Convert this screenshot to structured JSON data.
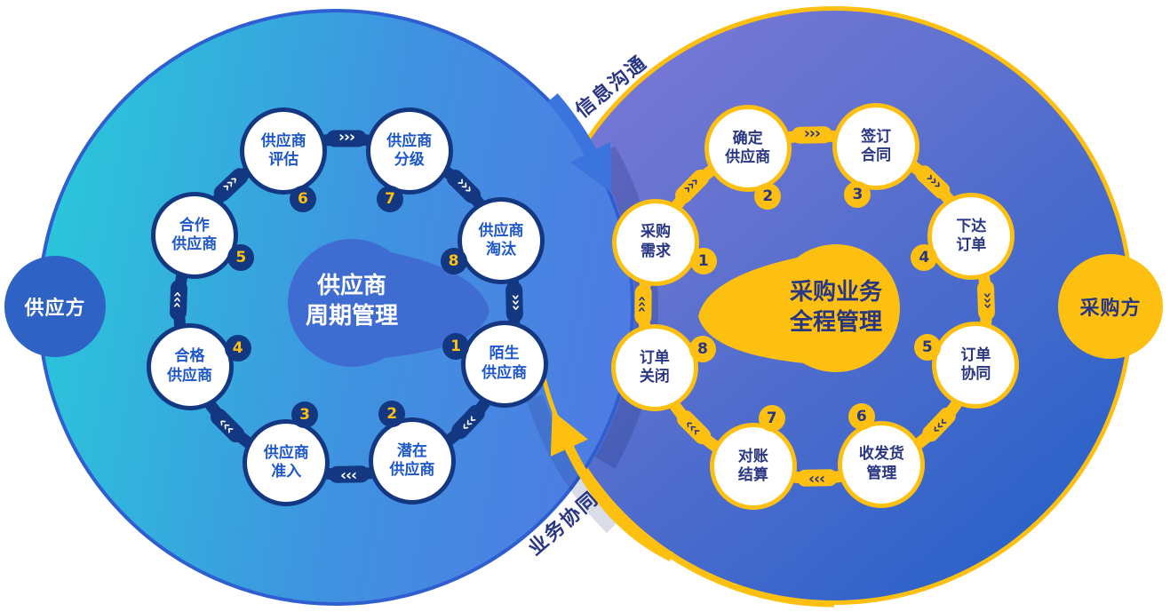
{
  "colors": {
    "navy": "#133781",
    "gold": "#fdc011",
    "indigo": "#293683",
    "node_blue": "#1d57c9",
    "side_blue": "#2e63c5",
    "blob_blue": "#3e6cd0",
    "arrow_blue": "#3b74dc",
    "left_circle_teal": "#2bc4db",
    "left_circle_blue": "#4e7ce3",
    "right_circle_purple": "#8079d8",
    "right_circle_blue": "#2e63c9"
  },
  "icons": {
    "chevron_glyph": "›››"
  },
  "links": {
    "top_label": "信息沟通",
    "bottom_label": "业务协同"
  },
  "supplier_cycle": {
    "side_label": "供应方",
    "center_title": "供应商\n周期管理",
    "nodes": [
      {
        "num": "1",
        "label": "陌生\n供应商"
      },
      {
        "num": "2",
        "label": "潜在\n供应商"
      },
      {
        "num": "3",
        "label": "供应商\n准入"
      },
      {
        "num": "4",
        "label": "合格\n供应商"
      },
      {
        "num": "5",
        "label": "合作\n供应商"
      },
      {
        "num": "6",
        "label": "供应商\n评估"
      },
      {
        "num": "7",
        "label": "供应商\n分级"
      },
      {
        "num": "8",
        "label": "供应商\n淘汰"
      }
    ]
  },
  "procurement_cycle": {
    "side_label": "采购方",
    "center_title": "采购业务\n全程管理",
    "nodes": [
      {
        "num": "1",
        "label": "采购\n需求"
      },
      {
        "num": "2",
        "label": "确定\n供应商"
      },
      {
        "num": "3",
        "label": "签订\n合同"
      },
      {
        "num": "4",
        "label": "下达\n订单"
      },
      {
        "num": "5",
        "label": "订单\n协同"
      },
      {
        "num": "6",
        "label": "收发货\n管理"
      },
      {
        "num": "7",
        "label": "对账\n结算"
      },
      {
        "num": "8",
        "label": "订单\n关闭"
      }
    ]
  }
}
